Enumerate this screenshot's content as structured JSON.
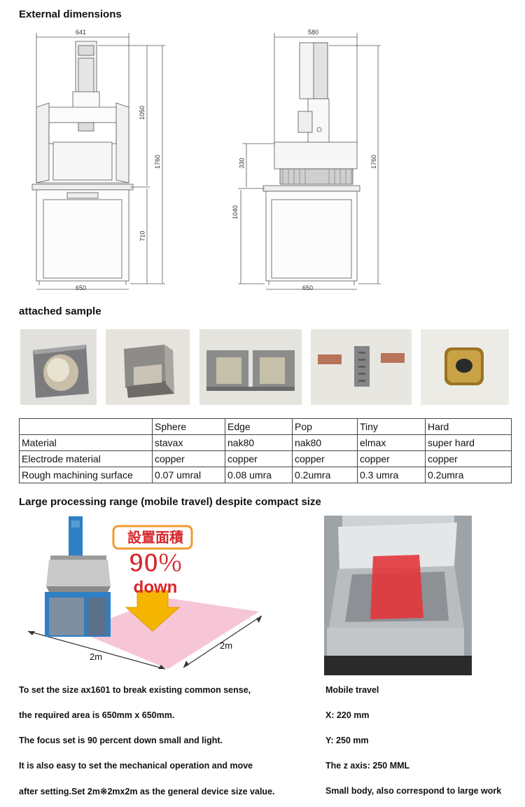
{
  "sections": {
    "external_dimensions": "External dimensions",
    "attached_sample": "attached sample",
    "processing_range": "Large processing range (mobile travel) despite compact size"
  },
  "drawing": {
    "front": {
      "top_width": "641",
      "base_width": "650",
      "upper_height": "1050",
      "total_height": "1760",
      "lower_height": "710"
    },
    "side": {
      "top_width": "580",
      "base_width": "650",
      "tank_height": "330",
      "table_height": "1040",
      "total_height": "1760"
    }
  },
  "table": {
    "headers": [
      "",
      "Sphere",
      "Edge",
      "Pop",
      "Tiny",
      "Hard"
    ],
    "rows": [
      [
        "Material",
        "stavax",
        "nak80",
        "nak80",
        "elmax",
        "super hard"
      ],
      [
        "Electrode material",
        "copper",
        "copper",
        "copper",
        "copper",
        "copper"
      ],
      [
        "Rough machining surface",
        "0.07 umral",
        "0.08 umra",
        "0.2umra",
        "0.3 umra",
        "0.2umra"
      ]
    ]
  },
  "illustration": {
    "badge_jp": "設置面積",
    "percent": "90%",
    "down": "down",
    "dim_x": "2m",
    "dim_y": "2m"
  },
  "left_text": [
    "To set the size ax1601 to break existing common sense,",
    "the required area is 650mm x 650mm.",
    "The focus set is 90 percent down small and light.",
    "It is also easy to set the mechanical operation and move",
    "after setting.Set 2m※2mx2m as the general device size value."
  ],
  "right_text": [
    "Mobile travel",
    "X: 220 mm",
    "Y: 250 mm",
    "The z axis: 250 MML",
    "Small body, also correspond to large work"
  ],
  "colors": {
    "machine_blue": "#2f7fc4",
    "floor_pink": "#f6c6d6",
    "badge_orange": "#f29a2e",
    "red_text": "#d8262c",
    "arrow_yellow": "#f4b400"
  }
}
